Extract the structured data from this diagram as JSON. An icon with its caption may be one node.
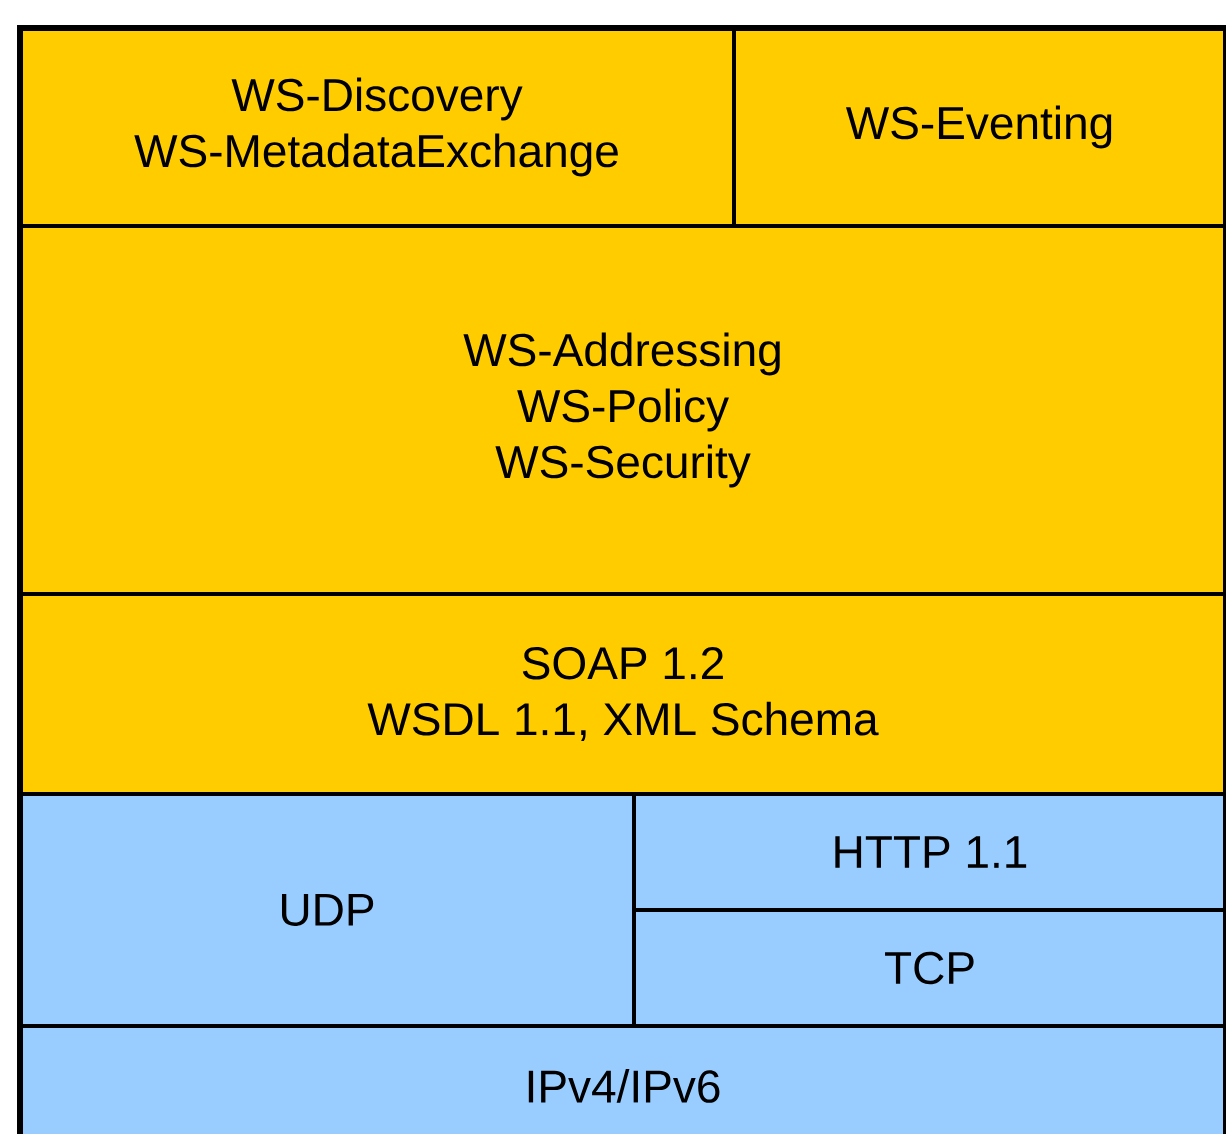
{
  "diagram": {
    "nodes": [
      {
        "text": [
          "WS-Discovery",
          "WS-MetadataExchange"
        ]
      },
      {
        "text": [
          "WS-Eventing"
        ]
      },
      {
        "text": [
          "WS-Addressing",
          "WS-Policy",
          "WS-Security"
        ]
      },
      {
        "text": [
          "SOAP 1.2",
          "WSDL 1.1, XML Schema"
        ]
      },
      {
        "text": [
          "UDP"
        ]
      },
      {
        "text": [
          "HTTP 1.1"
        ]
      },
      {
        "text": [
          "TCP"
        ]
      },
      {
        "text": [
          "IPv4/IPv6"
        ]
      }
    ]
  }
}
